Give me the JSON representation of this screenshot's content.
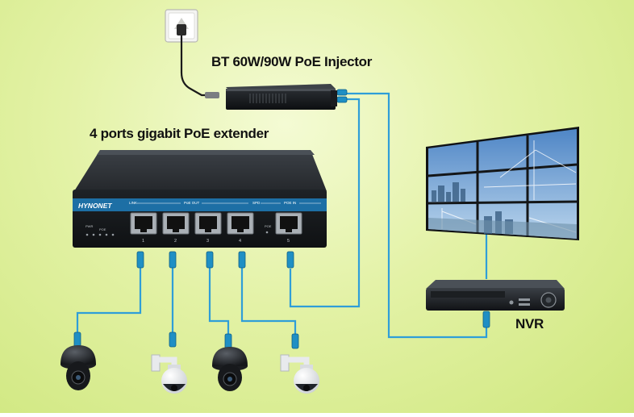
{
  "labels": {
    "injector_title": "BT 60W/90W PoE Injector",
    "extender_title": "4 ports gigabit PoE extender",
    "nvr_label": "NVR"
  },
  "extender_panel": {
    "brand": "HYNONET",
    "group_link": "LINK",
    "group_poe_out": "PoE OUT",
    "group_spd": "SPD",
    "group_poe_in": "POE IN",
    "indicator_pwr": "PWR",
    "indicator_poe": "POE",
    "port_numbers": [
      "1",
      "2",
      "3",
      "4",
      "5"
    ]
  },
  "colors": {
    "cable": "#2f9ed8",
    "connector": "#1f8fc4",
    "panel_strip": "#1d6fa5",
    "device_body": "#2b2f33"
  }
}
